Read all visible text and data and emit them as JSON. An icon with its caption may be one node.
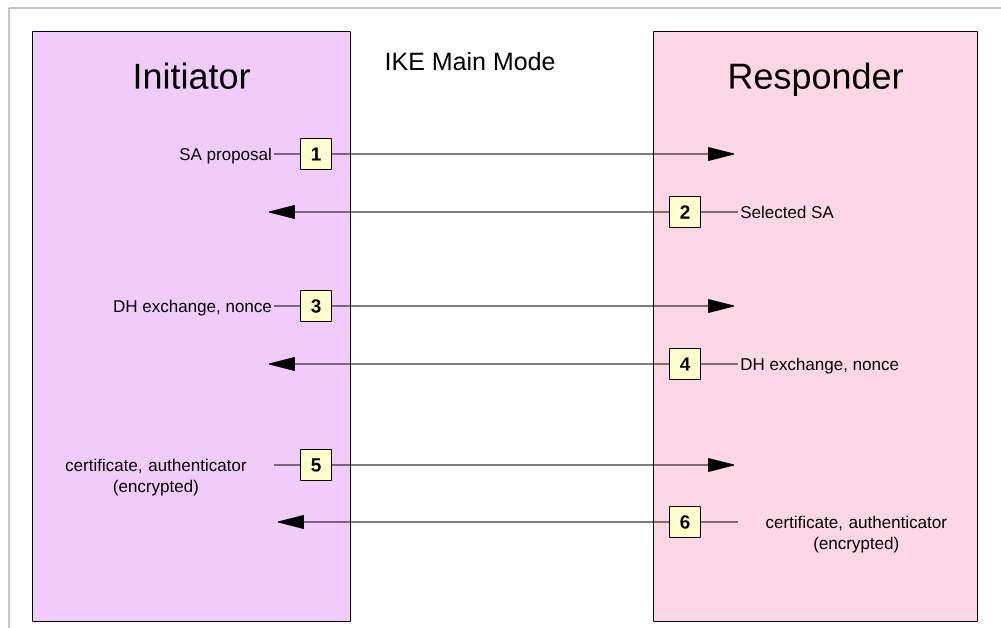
{
  "diagram": {
    "title": "IKE Main Mode",
    "nodes": [
      {
        "text": [
          "Initiator"
        ]
      },
      {
        "text": [
          "Responder"
        ]
      },
      {
        "text": [
          "1"
        ],
        "in": 0
      },
      {
        "text": [
          "SA proposal"
        ],
        "in": 0
      },
      {
        "text": [
          "2"
        ],
        "in": 1
      },
      {
        "text": [
          "Selected SA"
        ],
        "in": 1
      },
      {
        "text": [
          "3"
        ],
        "in": 0
      },
      {
        "text": [
          "DH exchange, nonce"
        ],
        "in": 0
      },
      {
        "text": [
          "4"
        ],
        "in": 1
      },
      {
        "text": [
          "DH exchange, nonce"
        ],
        "in": 1
      },
      {
        "text": [
          "5"
        ],
        "in": 0
      },
      {
        "text": [
          "certificate, authenticator (encrypted)"
        ],
        "in": 0
      },
      {
        "text": [
          "6"
        ],
        "in": 1
      },
      {
        "text": [
          "certificate, authenticator (encrypted)"
        ],
        "in": 1
      }
    ],
    "edges": [
      {
        "from": 3,
        "to": 2,
        "arrow": "none"
      },
      {
        "from": 2,
        "to": null,
        "arrow": "to"
      },
      {
        "from": 5,
        "to": 4,
        "arrow": "none"
      },
      {
        "from": 4,
        "to": null,
        "arrow": "to"
      },
      {
        "from": 7,
        "to": 6,
        "arrow": "none"
      },
      {
        "from": 6,
        "to": null,
        "arrow": "to"
      },
      {
        "from": 9,
        "to": 8,
        "arrow": "none"
      },
      {
        "from": 8,
        "to": null,
        "arrow": "to"
      },
      {
        "from": 11,
        "to": 10,
        "arrow": "none"
      },
      {
        "from": 10,
        "to": null,
        "arrow": "to"
      },
      {
        "from": 13,
        "to": 12,
        "arrow": "none"
      },
      {
        "from": 12,
        "to": null,
        "arrow": "to"
      }
    ]
  }
}
